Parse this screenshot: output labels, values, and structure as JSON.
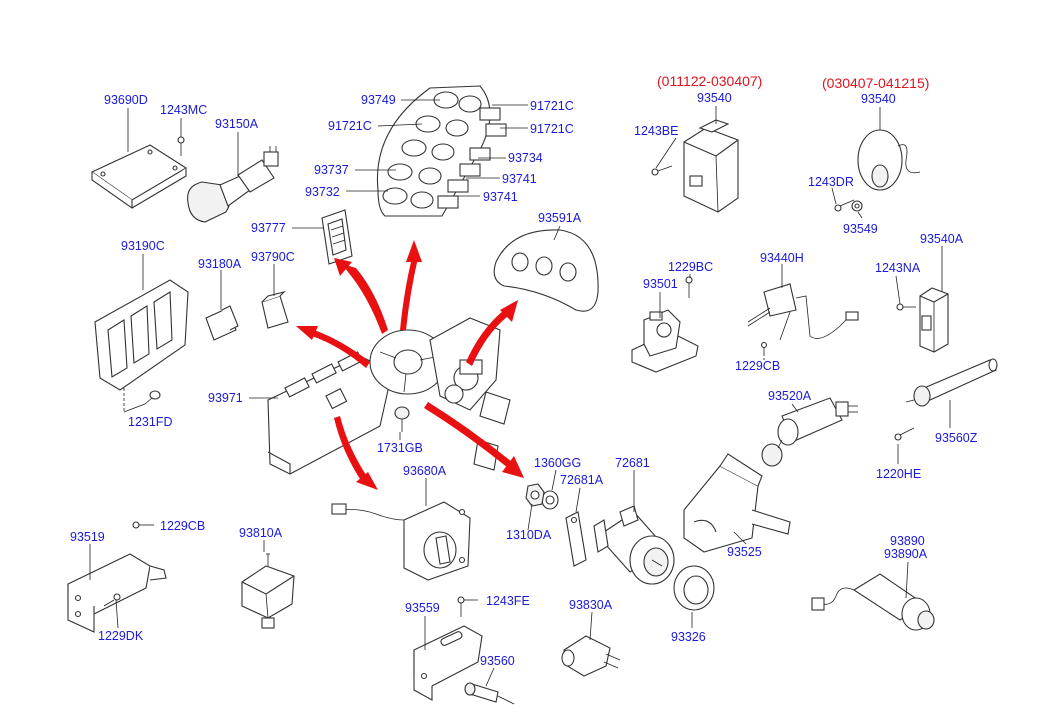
{
  "variant_headers": [
    "(011122-030407)",
    "(030407-041215)"
  ],
  "part_labels": [
    "93690D",
    "1243MC",
    "93150A",
    "93749",
    "91721C",
    "91721C",
    "91721C",
    "93737",
    "93734",
    "93732",
    "93741",
    "93741",
    "93777",
    "93190C",
    "93180A",
    "93790C",
    "93591A",
    "93971",
    "1231FD",
    "1731GB",
    "93540",
    "1243BE",
    "93540",
    "1243DR",
    "93549",
    "1229BC",
    "93501",
    "93440H",
    "1229CB",
    "93540A",
    "1243NA",
    "93520A",
    "93560Z",
    "1220HE",
    "1360GG",
    "72681",
    "72681A",
    "1310DA",
    "93525",
    "93680A",
    "93519",
    "1229CB",
    "93810A",
    "1229DK",
    "93559",
    "1243FE",
    "93560",
    "93830A",
    "93326",
    "93890",
    "93890A"
  ],
  "colors": {
    "label": "#1a1ad8",
    "header": "#e0141e",
    "arrow": "#e81010",
    "line": "#222222"
  }
}
